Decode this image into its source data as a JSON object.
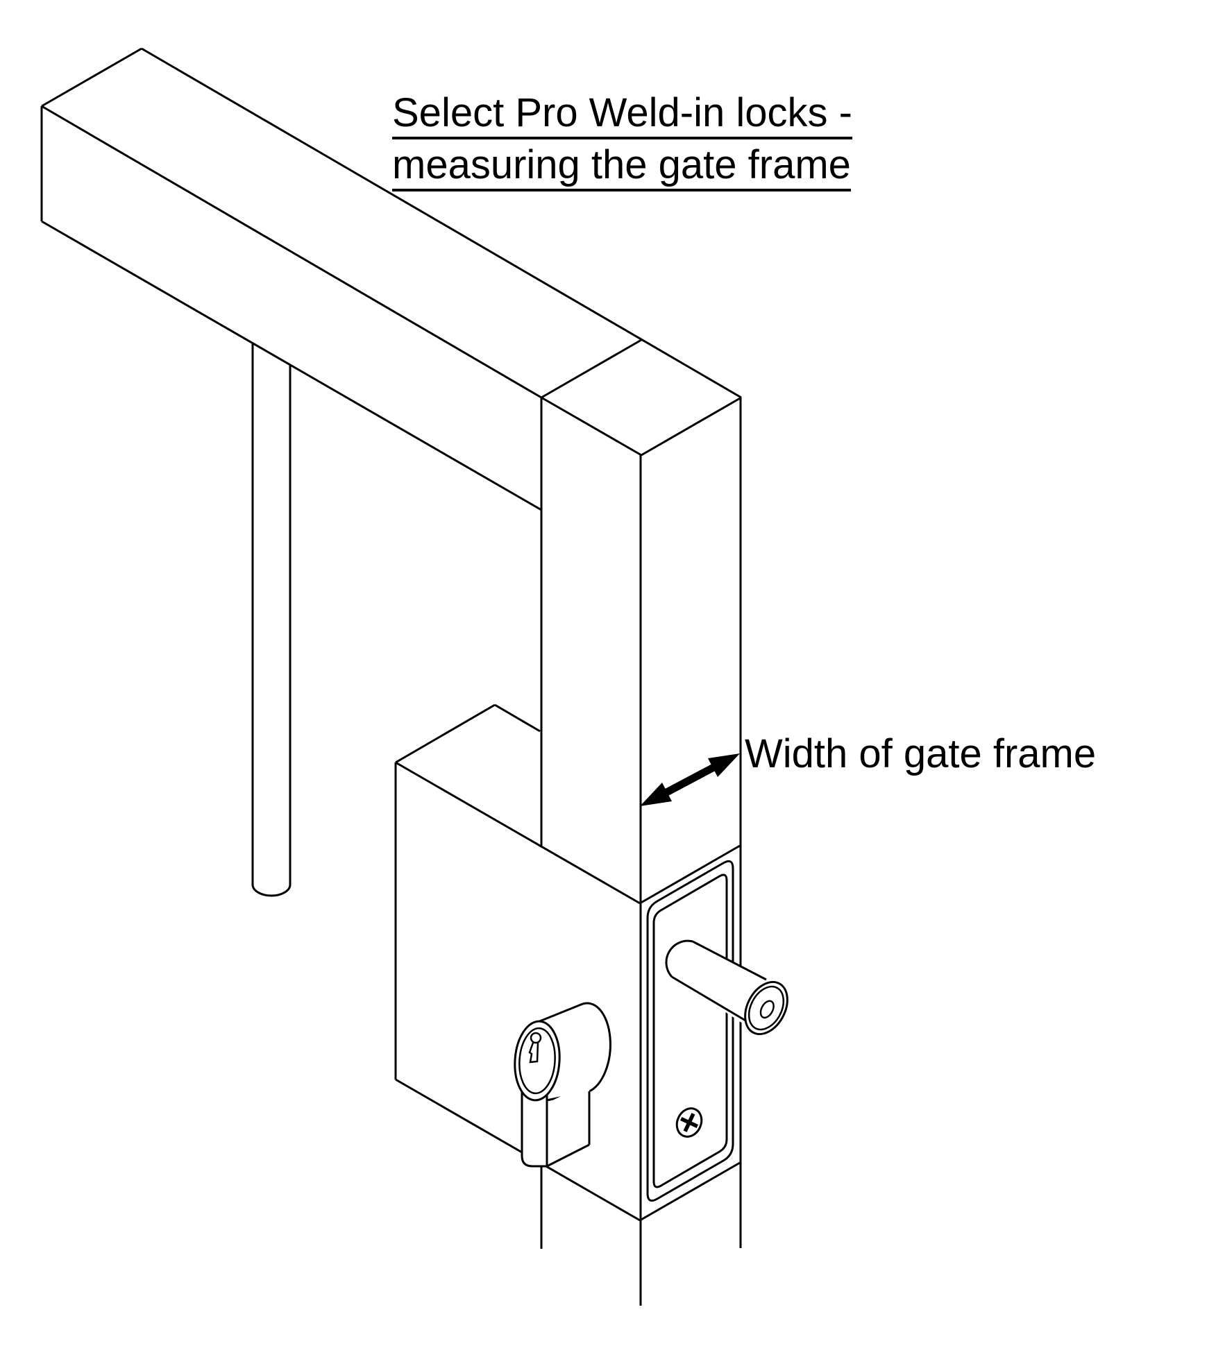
{
  "title": {
    "line1": "Select Pro Weld-in locks -",
    "line2": "measuring the gate frame"
  },
  "labels": {
    "frame_width": "Width of gate frame"
  },
  "colors": {
    "background": "#ffffff",
    "line": "#000000",
    "text": "#000000"
  },
  "diagram": {
    "type": "isometric-technical-drawing",
    "parts": [
      "top-rail-tube",
      "vertical-stile-tube",
      "round-infill-bar",
      "weld-in-lock-box",
      "euro-cylinder",
      "keyhole",
      "faceplate",
      "handle-spindle",
      "fixing-screw",
      "width-measure-arrow"
    ]
  }
}
